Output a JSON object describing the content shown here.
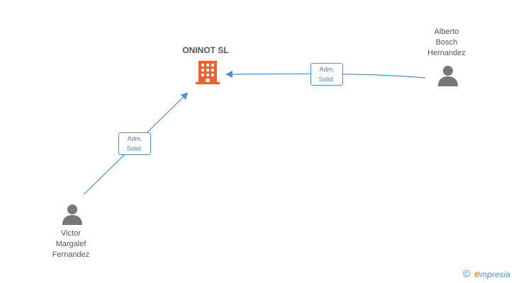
{
  "company": {
    "name": "ONINOT SL"
  },
  "people": [
    {
      "name_lines": [
        "Alberto",
        "Bosch",
        "Hernandez"
      ]
    },
    {
      "name_lines": [
        "Victor",
        "Margalef",
        "Fernandez"
      ]
    }
  ],
  "relations": [
    {
      "label_lines": [
        "Adm.",
        "Solid."
      ]
    },
    {
      "label_lines": [
        "Adm.",
        "Solid."
      ]
    }
  ],
  "colors": {
    "company_icon": "#f0622d",
    "person_icon": "#777777",
    "edge": "#4a90d9"
  },
  "icons": {
    "company": "building-icon",
    "person": "person-icon",
    "copyright": "copyright-icon"
  },
  "brand": {
    "copyright": "©",
    "initial": "e",
    "rest": "mpresia"
  }
}
